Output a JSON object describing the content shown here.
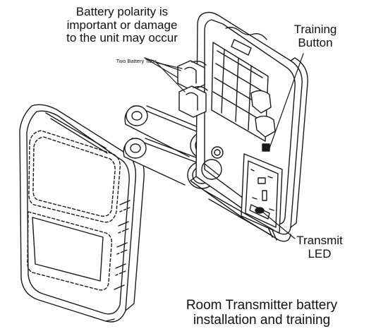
{
  "labels": {
    "polarity_warning": "Battery polarity is\nimportant or damage\nto the unit may occur",
    "training_button": "Training\nButton",
    "battery_tabs": "Two Battery Tabs",
    "transmit_led": "Transmit\nLED",
    "caption": "Room Transmitter battery\ninstallation and training"
  },
  "colors": {
    "line": "#1a1a1a",
    "background": "#ffffff"
  }
}
